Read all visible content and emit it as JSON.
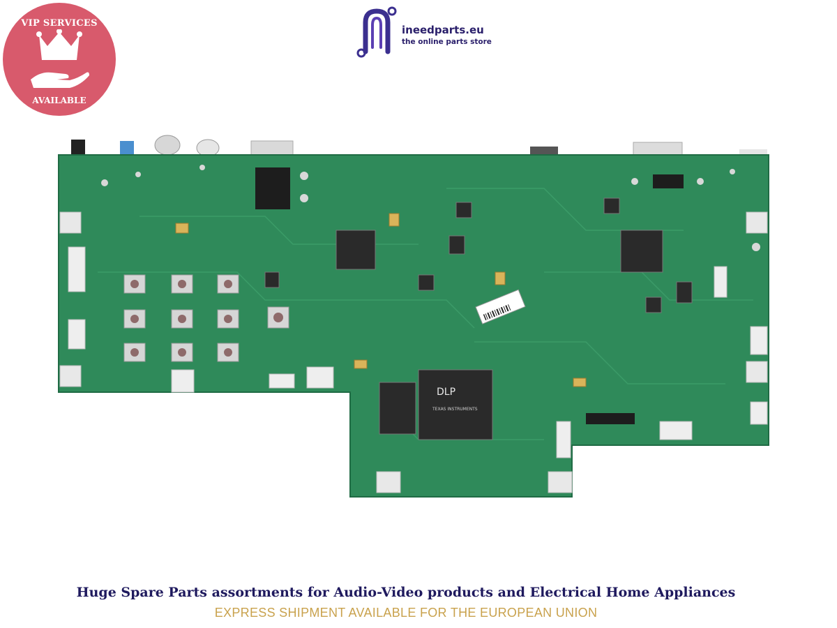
{
  "badge": {
    "top_text": "VIP SERVICES",
    "bottom_text": "AVAILABLE",
    "icon": "crown-hand-icon",
    "color": "#d85a6c"
  },
  "logo": {
    "name": "ineedparts.eu",
    "tagline": "the online parts store",
    "color": "#2a1f6b"
  },
  "product": {
    "chip_label": "DLP",
    "chip_maker": "TEXAS INSTRUMENTS",
    "board_color": "#2f8a5a"
  },
  "footer": {
    "headline": "Huge Spare Parts assortments for Audio-Video products and Electrical Home Appliances",
    "subline": "EXPRESS SHIPMENT AVAILABLE FOR THE EUROPEAN UNION"
  }
}
